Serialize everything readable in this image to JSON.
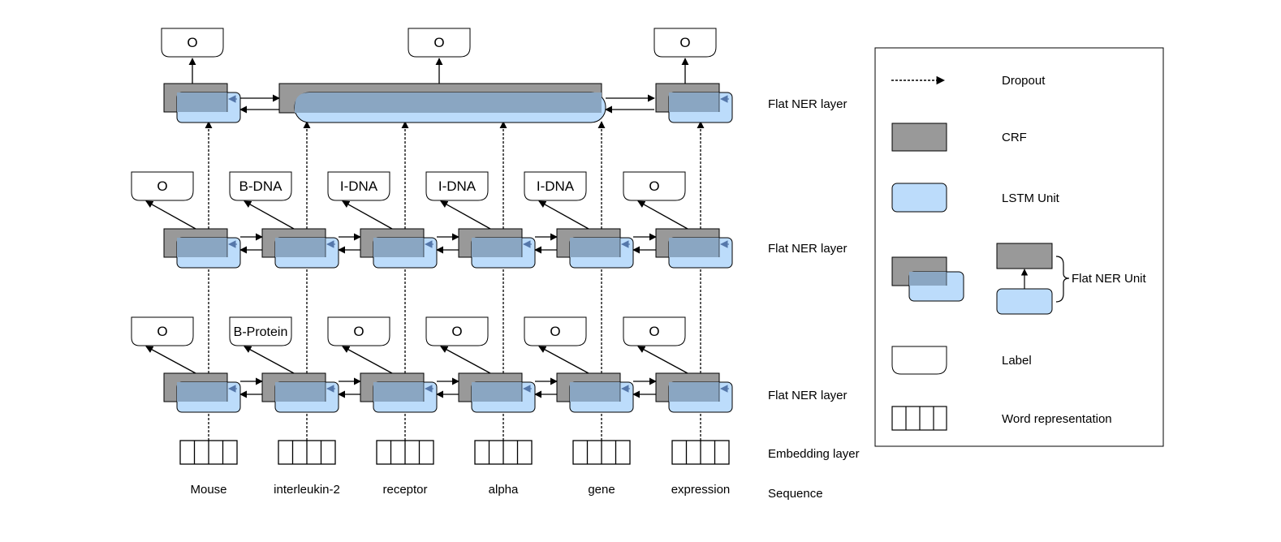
{
  "sequence_words": [
    "Mouse",
    "interleukin-2",
    "receptor",
    "alpha",
    "gene",
    "expression"
  ],
  "layer1_labels": [
    "O",
    "B-Protein",
    "O",
    "O",
    "O",
    "O"
  ],
  "layer2_labels": [
    "O",
    "B-DNA",
    "I-DNA",
    "I-DNA",
    "I-DNA",
    "O"
  ],
  "layer3_labels": [
    "O",
    "O",
    "O"
  ],
  "side_labels": {
    "layer3": "Flat NER layer",
    "layer2": "Flat NER layer",
    "layer1": "Flat NER layer",
    "embedding": "Embedding layer",
    "sequence": "Sequence"
  },
  "legend": {
    "dropout": "Dropout",
    "crf": "CRF",
    "lstm": "LSTM Unit",
    "flat_ner_unit": "Flat NER Unit",
    "label": "Label",
    "word_rep": "Word representation"
  },
  "colors": {
    "crf": "#999999",
    "lstm": "#bcdcfb",
    "overlap": "#8aa6c2",
    "stroke": "#000000",
    "arrow_blue": "#5577aa"
  }
}
